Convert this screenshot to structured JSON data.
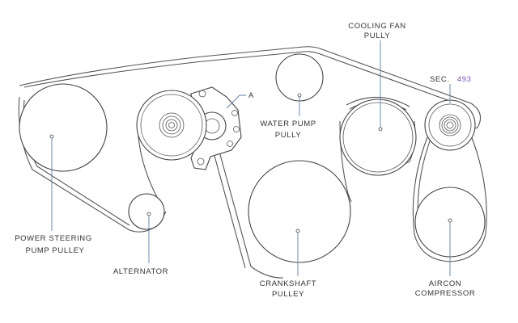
{
  "labels": {
    "cooling_fan_line1": "COOLING  FAN",
    "cooling_fan_line2": "PULLY",
    "sec_prefix": "SEC.",
    "sec_ref": "493",
    "tensioner_callout": "A",
    "water_pump_line1": "WATER  PUMP",
    "water_pump_line2": "PULLY",
    "power_steering_line1": "POWER  STEERING",
    "power_steering_line2": "PUMP  PULLEY",
    "alternator": "ALTERNATOR",
    "crankshaft_line1": "CRANKSHAFT",
    "crankshaft_line2": "PULLEY",
    "aircon_line1": "AIRCON",
    "aircon_line2": "COMPRESSOR"
  },
  "colors": {
    "reference_link": "#7b52c9",
    "leader_lines": "#5a7fb0",
    "line_art": "#444444"
  }
}
